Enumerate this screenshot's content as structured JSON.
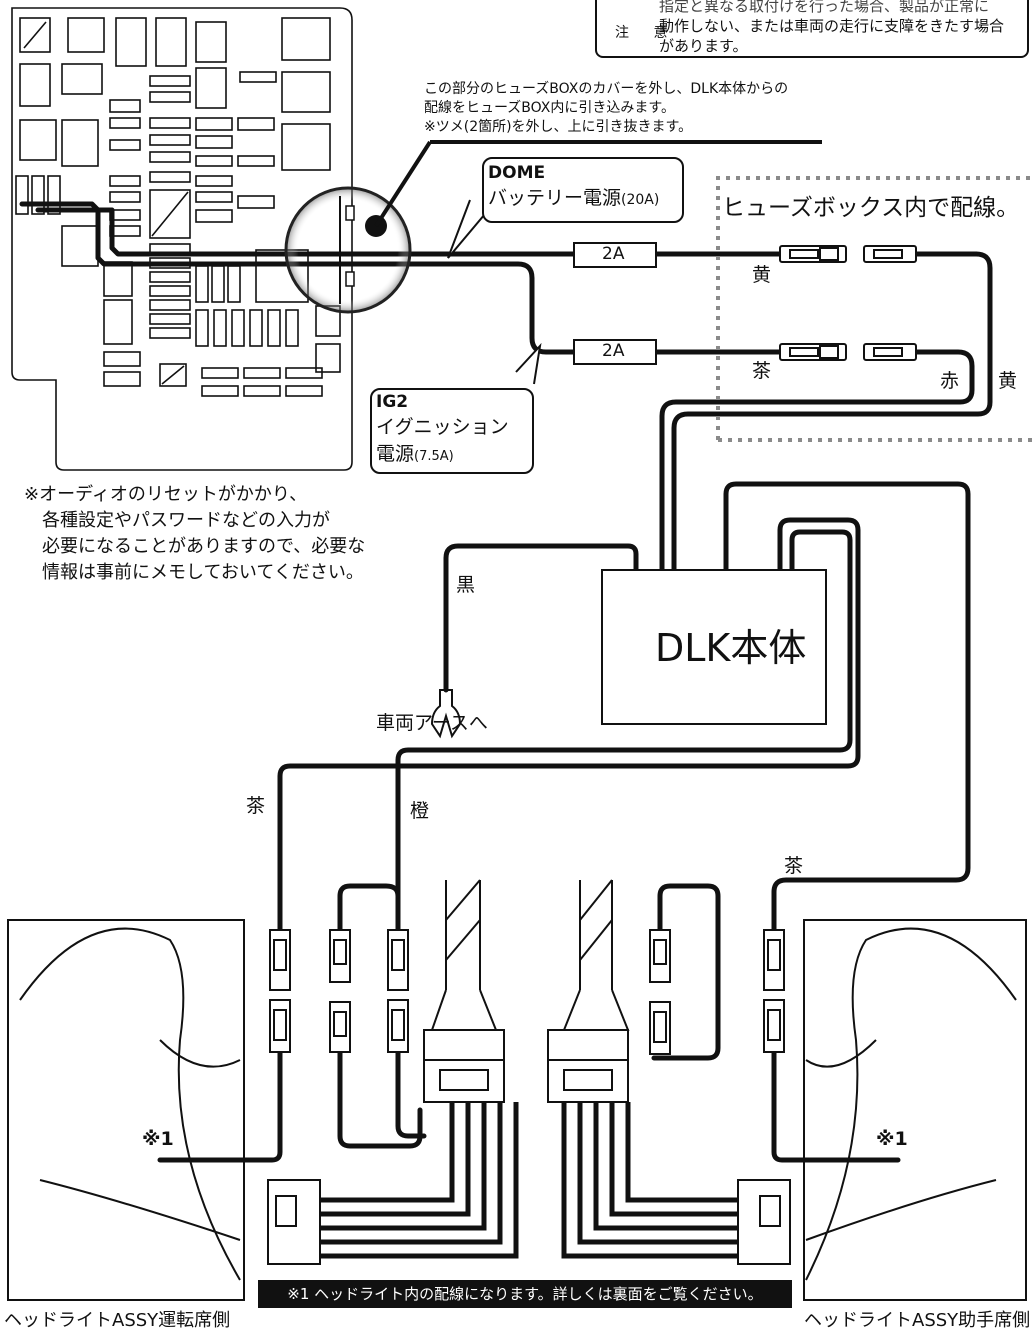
{
  "warning": {
    "label": "注 意",
    "lines": [
      "指定と異なる取付けを行った場合、製品が正常に",
      "動作しない、または車両の走行に支障をきたす場合",
      "があります。"
    ]
  },
  "instruction": {
    "lines": [
      "この部分のヒューズBOXのカバーを外し、DLK本体からの",
      "配線をヒューズBOX内に引き込みます。",
      "※ツメ(2箇所)を外し、上に引き抜きます。"
    ]
  },
  "dome_callout": {
    "title": "DOME",
    "desc": "バッテリー電源",
    "rating": "(20A)"
  },
  "ig2_callout": {
    "title": "IG2",
    "desc1": "イグニッション",
    "desc2": "電源",
    "rating": "(7.5A)"
  },
  "fuse_area_label": "ヒューズボックス内で配線。",
  "fuses": [
    "2A",
    "2A"
  ],
  "wire_colors": {
    "yellow_top": "黄",
    "brown_mid": "茶",
    "red": "赤",
    "yellow_right": "黄",
    "black": "黒",
    "brown_left": "茶",
    "orange": "橙",
    "brown_right": "茶"
  },
  "ground_label": "車両アースへ",
  "dlk_label": "DLK本体",
  "audio_note": [
    "※オーディオのリセットがかかり、",
    "各種設定やパスワードなどの入力が",
    "必要になることがありますので、必要な",
    "情報は事前にメモしておいてください。"
  ],
  "mark1_left": "※1",
  "mark1_right": "※1",
  "caption": "※1 ヘッドライト内の配線になります。詳しくは裏面をご覧ください。",
  "headlight_left": "ヘッドライトASSY運転席側",
  "headlight_right": "ヘッドライトASSY助手席側",
  "colors": {
    "line": "#111111",
    "background": "#ffffff",
    "fuse_dots": "#8a8a8a"
  }
}
